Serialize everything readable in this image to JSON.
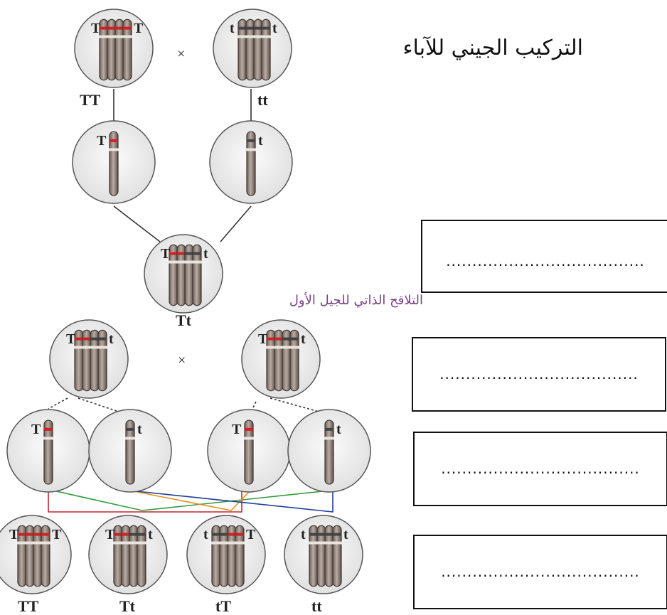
{
  "title": "التركيب الجيني للآباء",
  "selfing_label": "التلاقح الذاتي للجيل الأول",
  "cross_symbol": "×",
  "allele_dominant": "T",
  "allele_recessive": "t",
  "genotypes": {
    "parent_left": "TT",
    "parent_right": "tt",
    "f1": "Tt",
    "f2": [
      "TT",
      "Tt",
      "tT",
      "tt"
    ]
  },
  "answer_boxes": [
    "......................................",
    "......................................",
    "......................................",
    "......................................"
  ],
  "colors": {
    "dominant_band": "#cc2222",
    "recessive_band": "#444444",
    "line_red": "#c0272d",
    "line_green": "#2f9a3a",
    "line_orange": "#e8901c",
    "line_blue": "#1f3f9a",
    "selfing_text": "#7a3f86"
  }
}
